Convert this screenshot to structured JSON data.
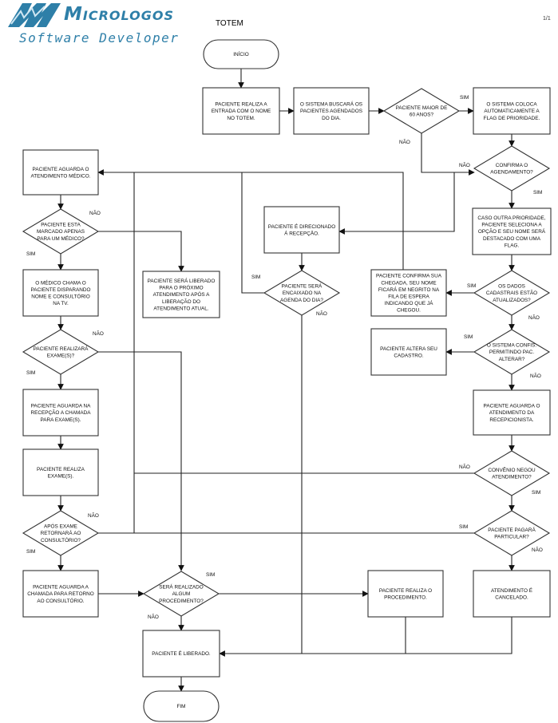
{
  "header": {
    "logo_name": "Micrologos",
    "logo_tagline": "Software Developer",
    "title": "TOTEM",
    "page_number": "1/1",
    "brand_color": "#2e7fa8"
  },
  "flowchart": {
    "nodes": [
      {
        "id": "inicio",
        "type": "terminal",
        "lines": [
          "INÍCIO"
        ]
      },
      {
        "id": "entrada",
        "type": "process",
        "lines": [
          "PACIENTE REALIZA A",
          "ENTRADA COM O NOME",
          "NO TOTEM."
        ]
      },
      {
        "id": "busca",
        "type": "process",
        "lines": [
          "O SISTEMA BUSCARÁ OS",
          "PACIENTES AGENDADOS",
          "DO DIA."
        ]
      },
      {
        "id": "maior60",
        "type": "decision",
        "lines": [
          "PACIENTE MAIOR DE",
          "60 ANOS?"
        ]
      },
      {
        "id": "flag",
        "type": "process",
        "lines": [
          "O SISTEMA COLOCA",
          "AUTOMATICAMENTE A",
          "FLAG DE PRIORIDADE."
        ]
      },
      {
        "id": "confirma",
        "type": "decision",
        "lines": [
          "CONFIRMA O",
          "AGENDAMENTO?"
        ]
      },
      {
        "id": "outra_prioridade",
        "type": "process",
        "lines": [
          "CASO OUTRA PRIORIDADE,",
          "PACIENTE SELECIONA A",
          "OPÇÃO E SEU NOME SERÁ",
          "DESTACADO COM UMA",
          "FLAG."
        ]
      },
      {
        "id": "dados",
        "type": "decision",
        "lines": [
          "OS DADOS",
          "CADASTRAIS ESTÃO",
          "ATUALIZADOS?"
        ]
      },
      {
        "id": "confirma_chegada",
        "type": "process",
        "lines": [
          "PACIENTE CONFIRMA SUA",
          "CHEGADA, SEU NOME",
          "FICARÁ EM NEGRITO NA",
          "FILA DE ESPERA",
          "INDICANDO QUE JÁ",
          "CHEGOU."
        ]
      },
      {
        "id": "sistema_confis",
        "type": "decision",
        "lines": [
          "O SISTEMA CONFIS.",
          "PERMITINDO PAC.",
          "ALTERAR?"
        ]
      },
      {
        "id": "altera_cadastro",
        "type": "process",
        "lines": [
          "PACIENTE ALTERA SEU",
          "CADASTRO."
        ]
      },
      {
        "id": "aguarda_recep",
        "type": "process",
        "lines": [
          "PACIENTE AGUARDA O",
          "ATENDIMENTO DA",
          "RECEPICIONISTA."
        ]
      },
      {
        "id": "convenio",
        "type": "decision",
        "lines": [
          "CONVÊNIO NEGOU",
          "ATENDIMENTO?"
        ]
      },
      {
        "id": "particular",
        "type": "decision",
        "lines": [
          "PACIENTE PAGARÁ",
          "PARTICULAR?"
        ]
      },
      {
        "id": "cancelado",
        "type": "process",
        "lines": [
          "ATENDIMENTO É",
          "CANCELADO."
        ]
      },
      {
        "id": "direcionado",
        "type": "process",
        "lines": [
          "PACIENTE É DIRECIONADO",
          "Á RECEPÇÃO."
        ]
      },
      {
        "id": "encaixado",
        "type": "decision",
        "lines": [
          "PACIENTE SERÁ",
          "ENCAIXADO NA",
          "AGENDA DO DIA?"
        ]
      },
      {
        "id": "aguarda_medico",
        "type": "process",
        "lines": [
          "PACIENTE AGUARDA O",
          "ATENDIMENTO MÉDICO."
        ]
      },
      {
        "id": "um_medico",
        "type": "decision",
        "lines": [
          "PACIENTE ESTA",
          "MARCADO APENAS",
          "PARA UM MÉDICO?"
        ]
      },
      {
        "id": "liberado_proximo",
        "type": "process",
        "lines": [
          "PACIENTE SERÁ LIBERADO",
          "PARA O PRÓXIMO",
          "ATENDIMENTO APÓS A",
          "LIBERAÇÃO DO",
          "ATENDIMENTO ATUAL."
        ]
      },
      {
        "id": "medico_chama",
        "type": "process",
        "lines": [
          "O MÉDICO CHAMA O",
          "PACIENTE DISPARANDO",
          "NOME E CONSULTÓRIO",
          "NA TV."
        ]
      },
      {
        "id": "exame",
        "type": "decision",
        "lines": [
          "PACIENTE REALIZARÁ",
          "EXAME(S)?"
        ]
      },
      {
        "id": "aguarda_exame",
        "type": "process",
        "lines": [
          "PACIENTE AGUARDA NA",
          "RECEPÇÃO A CHAMADA",
          "PARA EXAME(S)."
        ]
      },
      {
        "id": "realiza_exame",
        "type": "process",
        "lines": [
          "PACIENTE REALIZA",
          "EXAME(S)."
        ]
      },
      {
        "id": "retorna",
        "type": "decision",
        "lines": [
          "APÓS EXAME",
          "RETORNARÁ AO",
          "CONSULTÓRIO?"
        ]
      },
      {
        "id": "aguarda_retorno",
        "type": "process",
        "lines": [
          "PACIENTE AGUARDA A",
          "CHAMADA PARA RETORNO",
          "AO CONSULTÓRIO."
        ]
      },
      {
        "id": "procedimento",
        "type": "decision",
        "lines": [
          "SERÁ REALIZADO",
          "ALGUM",
          "PROCEDIMENTO?"
        ]
      },
      {
        "id": "realiza_proc",
        "type": "process",
        "lines": [
          "PACIENTE REALIZA O",
          "PROCEDIMENTO."
        ]
      },
      {
        "id": "liberado",
        "type": "process",
        "lines": [
          "PACIENTE É LIBERADO."
        ]
      },
      {
        "id": "fim",
        "type": "terminal",
        "lines": [
          "FIM"
        ]
      }
    ],
    "edge_labels": [
      {
        "id": "maior60-sim",
        "text": "SIM"
      },
      {
        "id": "maior60-nao",
        "text": "NÃO"
      },
      {
        "id": "confirma-nao",
        "text": "NÃO"
      },
      {
        "id": "confirma-sim",
        "text": "SIM"
      },
      {
        "id": "dados-sim",
        "text": "SIM"
      },
      {
        "id": "dados-nao",
        "text": "NÃO"
      },
      {
        "id": "confis-sim",
        "text": "SIM"
      },
      {
        "id": "confis-nao",
        "text": "NÃO"
      },
      {
        "id": "convenio-nao",
        "text": "NÃO"
      },
      {
        "id": "convenio-sim",
        "text": "SIM"
      },
      {
        "id": "particular-sim",
        "text": "SIM"
      },
      {
        "id": "particular-nao",
        "text": "NÃO"
      },
      {
        "id": "encaixado-sim",
        "text": "SIM"
      },
      {
        "id": "encaixado-nao",
        "text": "NÃO"
      },
      {
        "id": "um_medico-nao",
        "text": "NÃO"
      },
      {
        "id": "um_medico-sim",
        "text": "SIM"
      },
      {
        "id": "exame-nao",
        "text": "NÃO"
      },
      {
        "id": "exame-sim",
        "text": "SIM"
      },
      {
        "id": "retorna-nao",
        "text": "NÃO"
      },
      {
        "id": "retorna-sim",
        "text": "SIM"
      },
      {
        "id": "procedimento-sim",
        "text": "SIM"
      },
      {
        "id": "procedimento-nao",
        "text": "NÃO"
      }
    ]
  }
}
